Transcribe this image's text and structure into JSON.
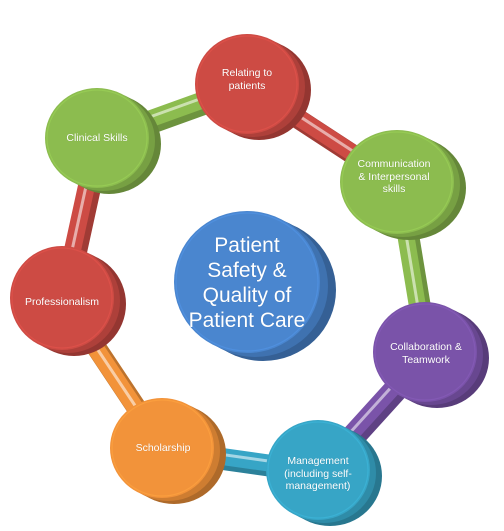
{
  "diagram": {
    "center": {
      "label": "Patient\nSafety &\nQuality of\nPatient Care",
      "color": "#4a86cf"
    },
    "nodes": [
      {
        "label": "Relating to\npatients",
        "color": "#cd4b44"
      },
      {
        "label": "Communication\n& Interpersonal\nskills",
        "color": "#8cbc4f"
      },
      {
        "label": "Collaboration &\nTeamwork",
        "color": "#7a53a9"
      },
      {
        "label": "Management\n(including self-\nmanagement)",
        "color": "#37a5c6"
      },
      {
        "label": "Scholarship",
        "color": "#f2933a"
      },
      {
        "label": "Professionalism",
        "color": "#cd4b44"
      },
      {
        "label": "Clinical Skills",
        "color": "#8cbc4f"
      }
    ]
  }
}
